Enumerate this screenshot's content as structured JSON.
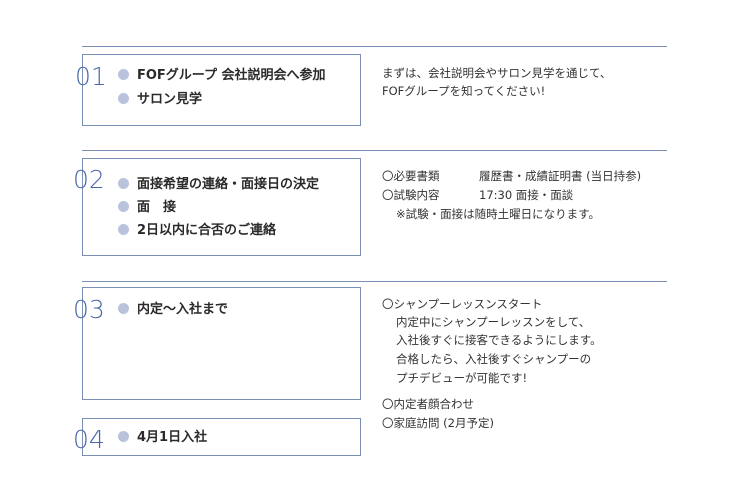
{
  "steps": [
    {
      "number": "01",
      "items": [
        "FOFグループ 会社説明会へ参加",
        "サロン見学"
      ],
      "description": [
        "まずは、会社説明会やサロン見学を通じて、",
        "FOFグループを知ってください!"
      ]
    },
    {
      "number": "02",
      "items": [
        "面接希望の連絡・面接日の決定",
        "面　接",
        "2日以内に合否のご連絡"
      ],
      "description": [
        {
          "label": "〇必要書類",
          "value": "履歴書・成績証明書 (当日持参)"
        },
        {
          "label": "〇試験内容",
          "value": "17:30 面接・面談"
        },
        {
          "note": "※試験・面接は随時土曜日になります。"
        }
      ]
    },
    {
      "number": "03",
      "items": [
        "内定～入社まで"
      ],
      "description": [
        "〇シャンプーレッスンスタート",
        "内定中にシャンプーレッスンをして、",
        "入社後すぐに接客できるようにします。",
        "合格したら、入社後すぐシャンプーの",
        "プチデビューが可能です!",
        "〇内定者顔合わせ",
        "〇家庭訪問 (2月予定)"
      ]
    },
    {
      "number": "04",
      "items": [
        "4月1日入社"
      ]
    }
  ],
  "colors": {
    "accent": "#4a66a8",
    "border": "#7a8fb4",
    "bullet": "#b9c3dc"
  }
}
